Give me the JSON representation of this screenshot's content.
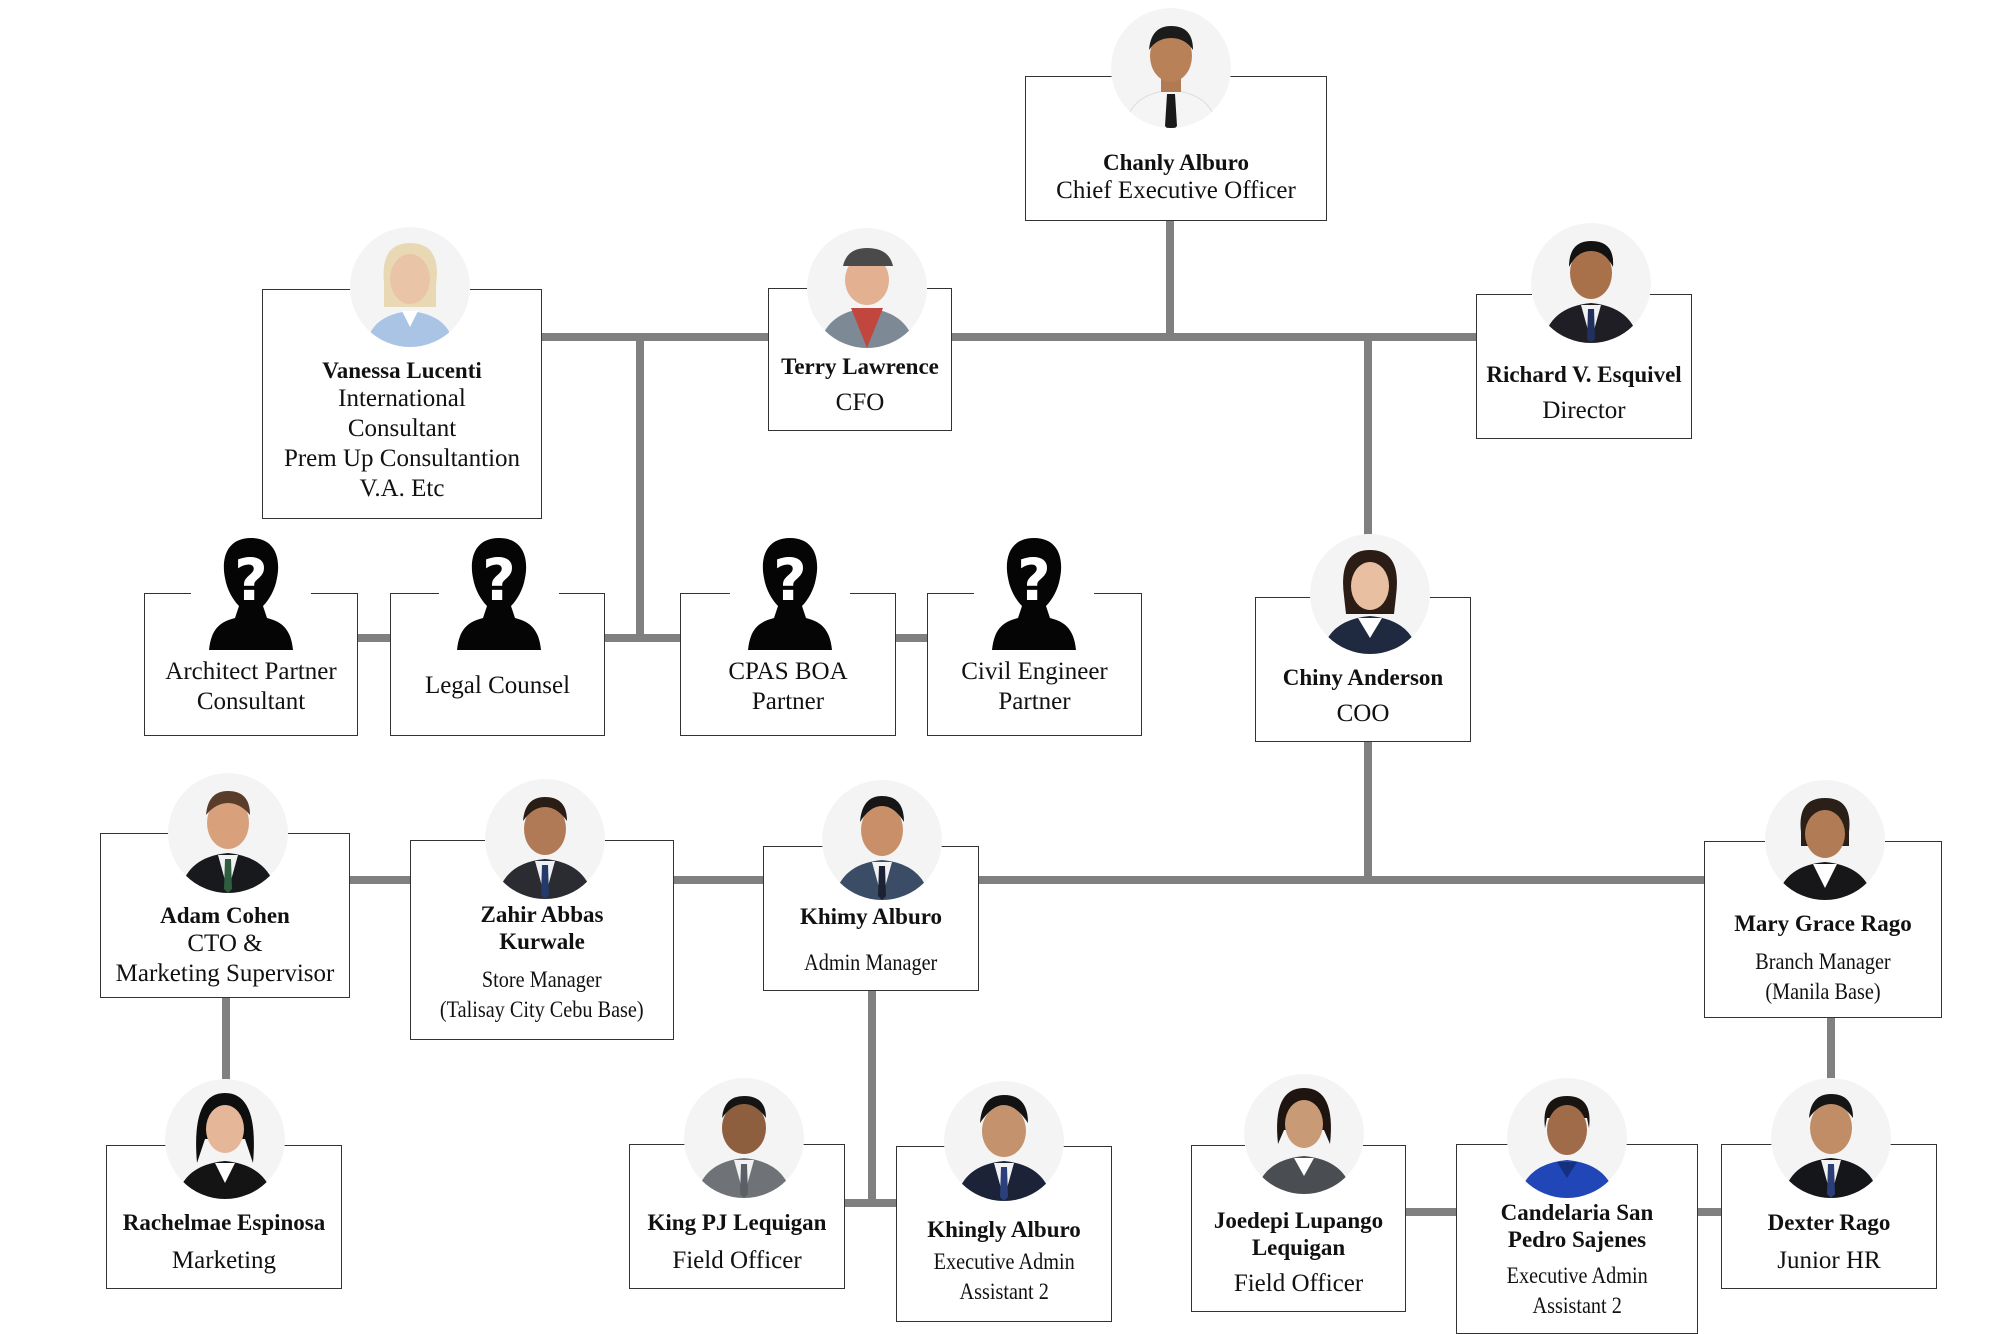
{
  "colors": {
    "connector": "#808080",
    "box_border": "#333333"
  },
  "ceo": {
    "name": "Chanly Alburo",
    "role": "Chief Executive Officer",
    "photo": "man-portrait"
  },
  "vanessa": {
    "name": "Vanessa Lucenti",
    "role_lines": [
      "International",
      "Consultant",
      "Prem Up Consultantion",
      "V.A. Etc"
    ],
    "photo": "woman-portrait"
  },
  "terry": {
    "name": "Terry Lawrence",
    "role": "CFO",
    "photo": "man-portrait"
  },
  "richard": {
    "name": "Richard V. Esquivel",
    "role": "Director",
    "photo": "man-portrait"
  },
  "architect": {
    "role_lines": [
      "Architect Partner",
      "Consultant"
    ],
    "photo": "unknown-person-icon"
  },
  "legal": {
    "role": "Legal Counsel",
    "photo": "unknown-person-icon"
  },
  "cpas": {
    "role_lines": [
      "CPAS BOA",
      "Partner"
    ],
    "photo": "unknown-person-icon"
  },
  "civil": {
    "role_lines": [
      "Civil Engineer",
      "Partner"
    ],
    "photo": "unknown-person-icon"
  },
  "chiny": {
    "name": "Chiny Anderson",
    "role": "COO",
    "photo": "woman-portrait"
  },
  "adam": {
    "name": "Adam Cohen",
    "role_lines": [
      "CTO &",
      "Marketing Supervisor"
    ],
    "photo": "man-portrait"
  },
  "zahir": {
    "name_lines": [
      "Zahir Abbas",
      "Kurwale"
    ],
    "role_lines": [
      "Store Manager",
      "(Talisay City Cebu Base)"
    ],
    "photo": "man-portrait"
  },
  "khimy": {
    "name": "Khimy Alburo",
    "role": "Admin Manager",
    "photo": "man-portrait"
  },
  "marygrace": {
    "name": "Mary Grace Rago",
    "role_lines": [
      "Branch Manager",
      "(Manila Base)"
    ],
    "photo": "woman-portrait"
  },
  "rachelmae": {
    "name": "Rachelmae Espinosa",
    "role": "Marketing",
    "photo": "woman-portrait"
  },
  "king": {
    "name": "King PJ Lequigan",
    "role": "Field Officer",
    "photo": "man-portrait"
  },
  "khingly": {
    "name": "Khingly Alburo",
    "role_lines": [
      "Executive Admin",
      "Assistant 2"
    ],
    "photo": "man-portrait"
  },
  "joedepi": {
    "name_lines": [
      "Joedepi Lupango",
      "Lequigan"
    ],
    "role": "Field Officer",
    "photo": "woman-portrait"
  },
  "candelaria": {
    "name_lines": [
      "Candelaria San",
      "Pedro Sajenes"
    ],
    "role_lines": [
      "Executive Admin",
      "Assistant 2"
    ],
    "photo": "woman-portrait"
  },
  "dexter": {
    "name": "Dexter Rago",
    "role": "Junior HR",
    "photo": "man-portrait"
  }
}
